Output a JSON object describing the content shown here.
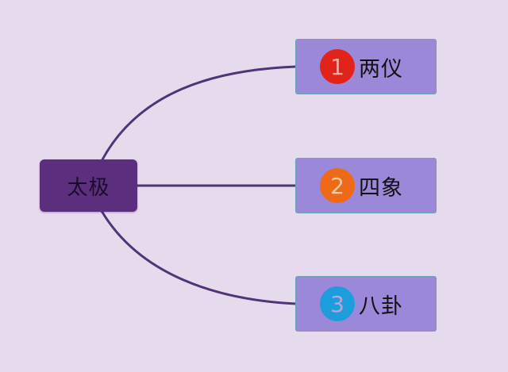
{
  "root": {
    "label": "太极"
  },
  "children": [
    {
      "badge": "1",
      "label": "两仪",
      "badge_color": "#e2231a",
      "badge_text_color": "#f4a9a0"
    },
    {
      "badge": "2",
      "label": "四象",
      "badge_color": "#ef6a17",
      "badge_text_color": "#f7c8a4"
    },
    {
      "badge": "3",
      "label": "八卦",
      "badge_color": "#1e9ddd",
      "badge_text_color": "#b9a3d8"
    }
  ],
  "colors": {
    "background": "#e6dbec",
    "root_fill": "#5b2f7e",
    "child_fill": "#9c88d8",
    "child_border": "#6aa3b0",
    "connector": "#4f3478"
  }
}
